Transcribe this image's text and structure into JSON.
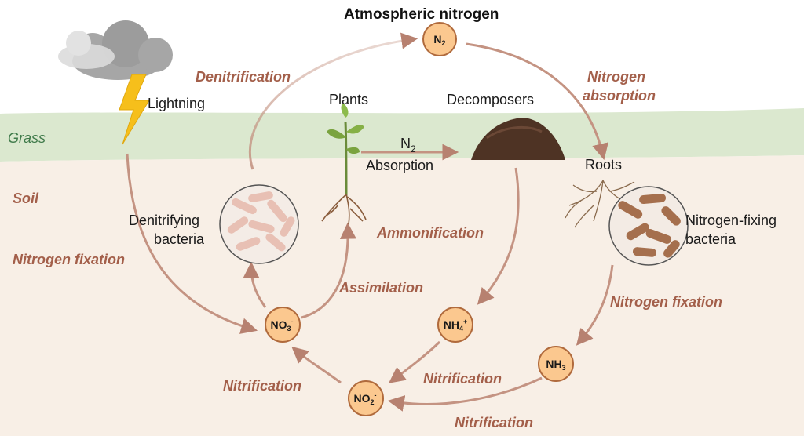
{
  "title": "Atmospheric nitrogen",
  "zones": {
    "grass": "Grass",
    "soil": "Soil"
  },
  "nodes": {
    "n2": {
      "base": "N",
      "sub": "2",
      "sup": ""
    },
    "no3": {
      "base": "NO",
      "sub": "3",
      "sup": "-"
    },
    "nh4": {
      "base": "NH",
      "sub": "4",
      "sup": "+"
    },
    "nh3": {
      "base": "NH",
      "sub": "3",
      "sup": ""
    },
    "no2": {
      "base": "NO",
      "sub": "2",
      "sup": "-"
    }
  },
  "labels": {
    "lightning": "Lightning",
    "plants": "Plants",
    "decomposers": "Decomposers",
    "roots": "Roots",
    "denitrifying": [
      "Denitrifying",
      "bacteria"
    ],
    "nitrogen_fixing": [
      "Nitrogen-fixing",
      "bacteria"
    ],
    "n2_absorption": {
      "n": "N",
      "sub": "2",
      "word": "Absorption"
    }
  },
  "processes": {
    "denitrification": "Denitrification",
    "nitrogen_absorption": [
      "Nitrogen",
      "absorption"
    ],
    "nitrogen_fixation_left": "Nitrogen fixation",
    "nitrogen_fixation_right": "Nitrogen fixation",
    "ammonification": "Ammonification",
    "assimilation": "Assimilation",
    "nitrification_left": "Nitrification",
    "nitrification_mid": "Nitrification",
    "nitrification_bottom": "Nitrification"
  },
  "colors": {
    "arrow": "#c49382",
    "process_text": "#a35f4a",
    "grass_band": "#dbe8cf",
    "soil": "#f8efe6",
    "node_fill": "#fbc88f",
    "node_stroke": "#b06a3c",
    "bacteria": "#a56f4d",
    "cloud": "#9e9e9e",
    "bolt": "#f6bf1b",
    "grass_text": "#3f7a4a",
    "soil_text": "#a35f4a"
  }
}
